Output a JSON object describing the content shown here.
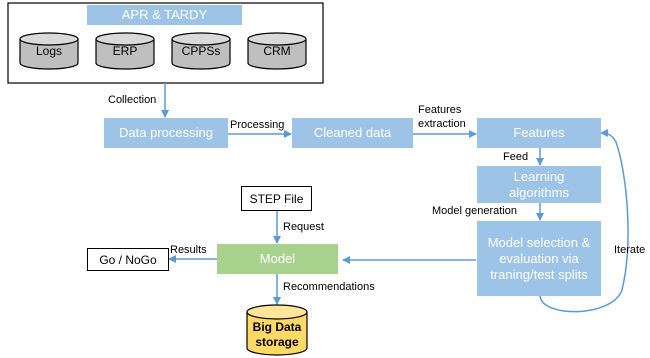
{
  "header": {
    "label": "APR & TARDY"
  },
  "sources": [
    "Logs",
    "ERP",
    "CPPSs",
    "CRM"
  ],
  "nodes": {
    "data_processing": "Data processing",
    "cleaned_data": "Cleaned data",
    "features": "Features",
    "learning_algorithms": "Learning algorithms",
    "model_selection": "Model selection & evaluation via traning/test splits",
    "model": "Model",
    "step_file": "STEP File",
    "go_nogo": "Go / NoGo",
    "big_data_storage": "Big Data storage"
  },
  "edges": {
    "collection": "Collection",
    "processing": "Processing",
    "features_extraction_1": "Features",
    "features_extraction_2": "extraction",
    "feed": "Feed",
    "model_generation": "Model generation",
    "request": "Request",
    "results": "Results",
    "recommendations": "Recommendations",
    "iterate": "Iterate"
  },
  "colors": {
    "process_box": "#9dc3e6",
    "model_box": "#a9d18e",
    "storage": "#ffd966",
    "source_db": "#bfbfbf",
    "arrow": "#5b9bd5"
  }
}
